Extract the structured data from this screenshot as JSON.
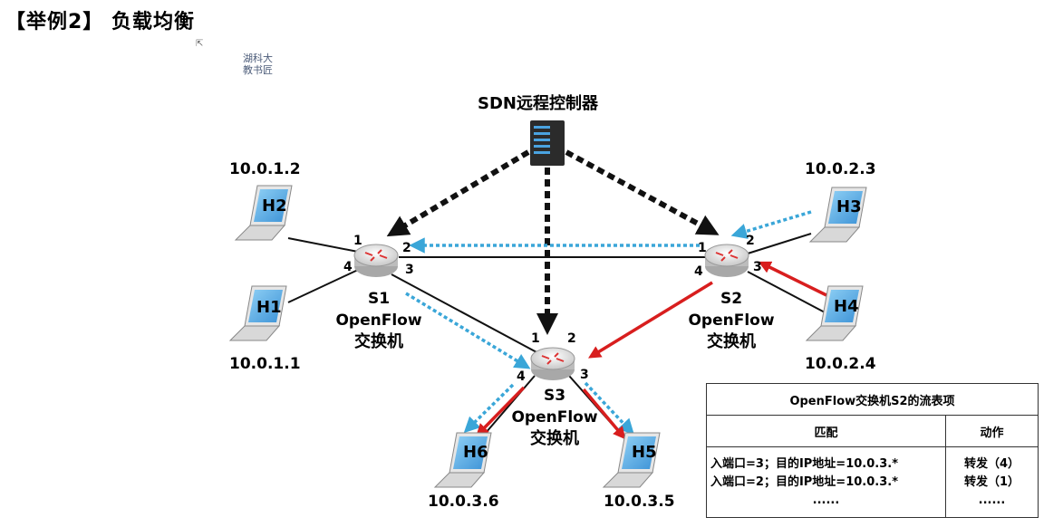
{
  "title": "【举例2】 负载均衡",
  "watermark": {
    "line1": "湖科大",
    "line2": "教书匠"
  },
  "controller": {
    "label": "SDN远程控制器"
  },
  "hosts": [
    {
      "id": "H2",
      "ip": "10.0.1.2"
    },
    {
      "id": "H1",
      "ip": "10.0.1.1"
    },
    {
      "id": "H3",
      "ip": "10.0.2.3"
    },
    {
      "id": "H4",
      "ip": "10.0.2.4"
    },
    {
      "id": "H6",
      "ip": "10.0.3.6"
    },
    {
      "id": "H5",
      "ip": "10.0.3.5"
    }
  ],
  "switches": [
    {
      "id": "S1",
      "type": "OpenFlow",
      "kind": "交换机",
      "ports": [
        "1",
        "2",
        "3",
        "4"
      ]
    },
    {
      "id": "S2",
      "type": "OpenFlow",
      "kind": "交换机",
      "ports": [
        "1",
        "2",
        "3",
        "4"
      ]
    },
    {
      "id": "S3",
      "type": "OpenFlow",
      "kind": "交换机",
      "ports": [
        "1",
        "2",
        "3",
        "4"
      ]
    }
  ],
  "flow_table": {
    "caption": "OpenFlow交换机S2的流表项",
    "headers": [
      "匹配",
      "动作"
    ],
    "rows": [
      {
        "match": "入端口=3；目的IP地址=10.0.3.*",
        "action": "转发（4）"
      },
      {
        "match": "入端口=2；目的IP地址=10.0.3.*",
        "action": "转发（1）"
      },
      {
        "match": "......",
        "action": "......"
      }
    ]
  },
  "colors": {
    "control": "#111111",
    "path_blue": "#3aa6d8",
    "path_red": "#d81e1e",
    "host_screen": "#5aaee8"
  }
}
